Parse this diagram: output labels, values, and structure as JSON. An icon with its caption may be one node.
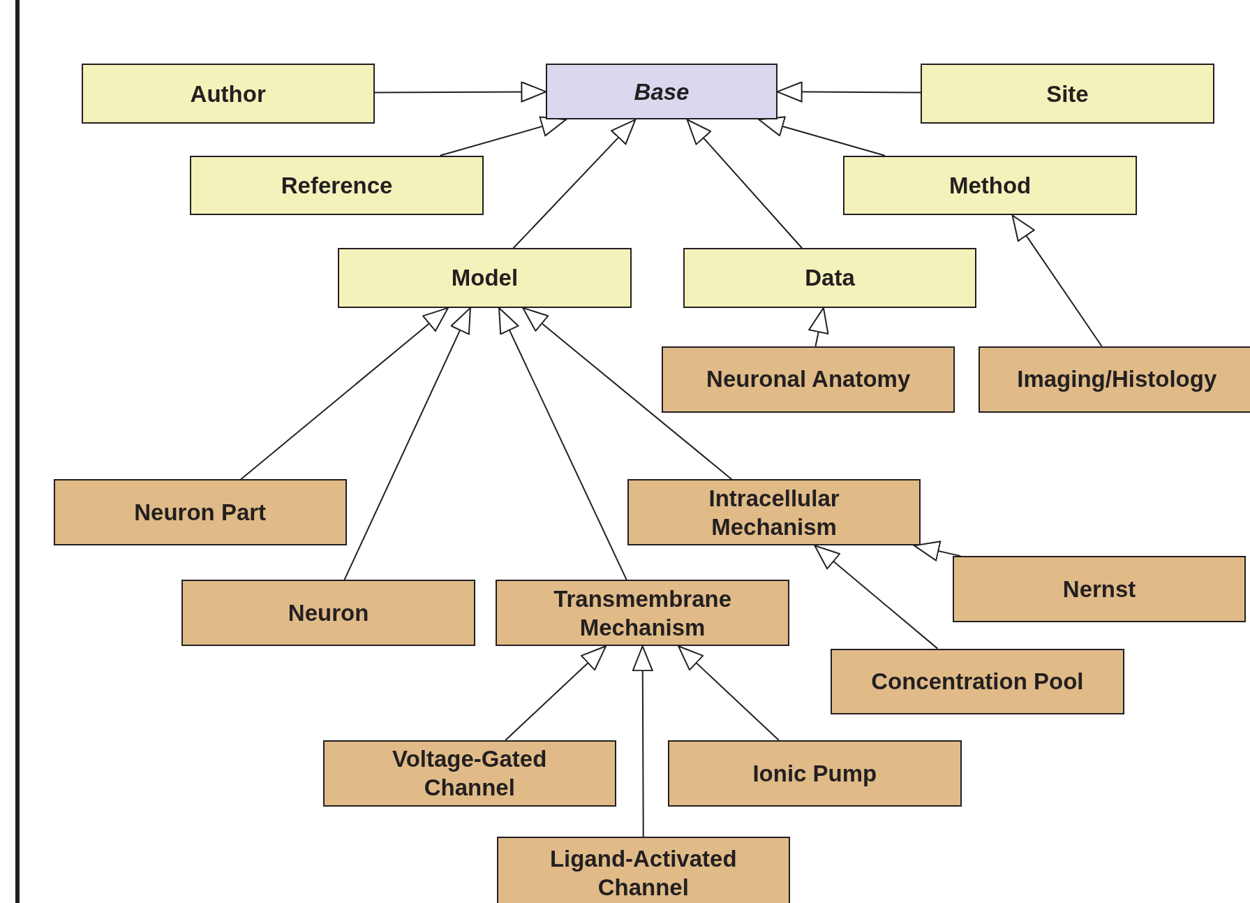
{
  "diagram": {
    "nodes": [
      {
        "text": [
          "Author"
        ]
      },
      {
        "text": [
          "Base"
        ]
      },
      {
        "text": [
          "Site"
        ]
      },
      {
        "text": [
          "Reference"
        ]
      },
      {
        "text": [
          "Method"
        ]
      },
      {
        "text": [
          "Model"
        ]
      },
      {
        "text": [
          "Data"
        ]
      },
      {
        "text": [
          "Neuronal Anatomy"
        ]
      },
      {
        "text": [
          "Imaging/Histology"
        ]
      },
      {
        "text": [
          "Neuron Part"
        ]
      },
      {
        "text": [
          "Intracellular Mechanism"
        ]
      },
      {
        "text": [
          "Nernst"
        ]
      },
      {
        "text": [
          "Neuron"
        ]
      },
      {
        "text": [
          "Transmembrane Mechanism"
        ]
      },
      {
        "text": [
          "Concentration Pool"
        ]
      },
      {
        "text": [
          "Voltage-Gated Channel"
        ]
      },
      {
        "text": [
          "Ionic Pump"
        ]
      },
      {
        "text": [
          "Ligand-Activated Channel"
        ]
      }
    ],
    "edges": [
      {
        "from": 0,
        "to": 1,
        "arrow": "to"
      },
      {
        "from": 2,
        "to": 1,
        "arrow": "to"
      },
      {
        "from": 3,
        "to": 1,
        "arrow": "to"
      },
      {
        "from": 4,
        "to": 1,
        "arrow": "to"
      },
      {
        "from": 5,
        "to": 1,
        "arrow": "to"
      },
      {
        "from": 6,
        "to": 1,
        "arrow": "to"
      },
      {
        "from": 7,
        "to": 6,
        "arrow": "to"
      },
      {
        "from": 8,
        "to": 4,
        "arrow": "to"
      },
      {
        "from": 9,
        "to": 5,
        "arrow": "to"
      },
      {
        "from": 12,
        "to": 5,
        "arrow": "to"
      },
      {
        "from": 13,
        "to": 5,
        "arrow": "to"
      },
      {
        "from": 10,
        "to": 5,
        "arrow": "to"
      },
      {
        "from": 11,
        "to": 10,
        "arrow": "to"
      },
      {
        "from": 14,
        "to": 10,
        "arrow": "to"
      },
      {
        "from": 15,
        "to": 13,
        "arrow": "to"
      },
      {
        "from": 17,
        "to": 13,
        "arrow": "to"
      },
      {
        "from": 16,
        "to": 13,
        "arrow": "to"
      }
    ]
  }
}
